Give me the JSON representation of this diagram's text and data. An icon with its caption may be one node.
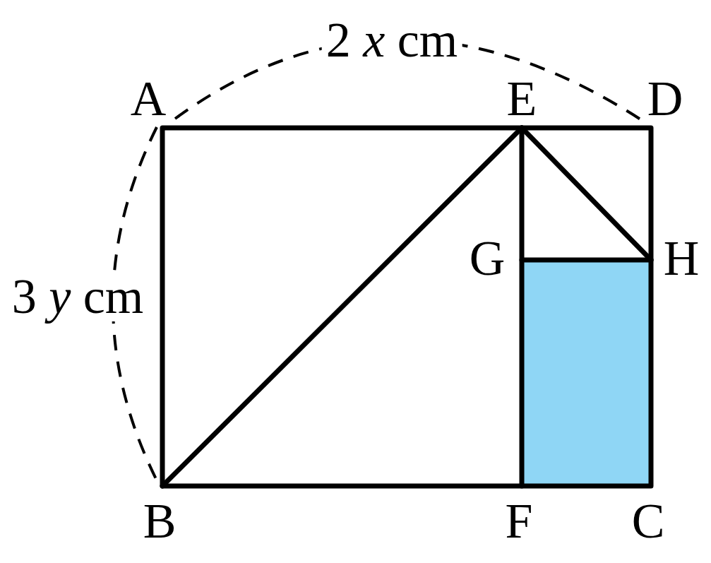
{
  "diagram": {
    "labels": [
      "2 *x* cm",
      "A",
      "E",
      "D",
      "G",
      "H",
      "3 *y* cm",
      "B",
      "F",
      "C"
    ]
  }
}
